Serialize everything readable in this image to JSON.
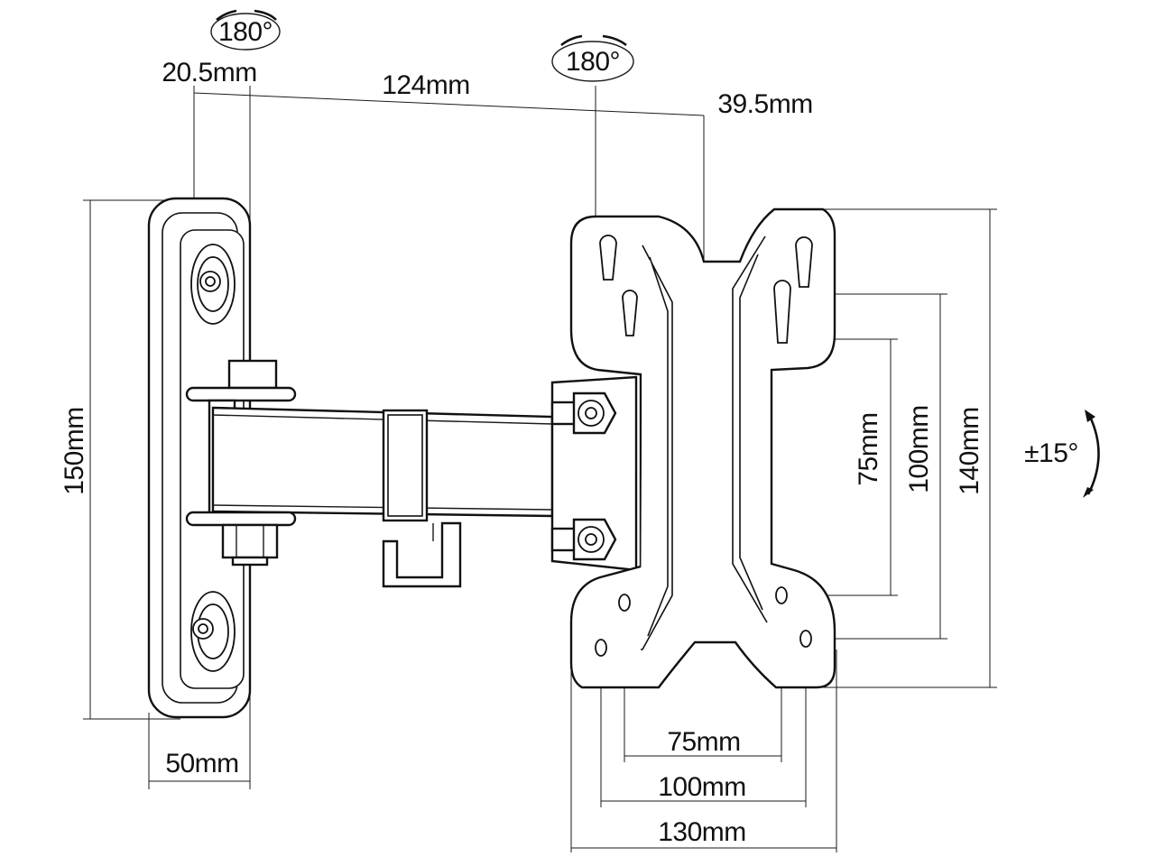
{
  "diagram": {
    "dimensions": {
      "arm_width": "20.5mm",
      "arm_length": "124mm",
      "plate_depth": "39.5mm",
      "wall_plate_height": "150mm",
      "wall_plate_width": "50mm",
      "vesa_v_small": "75mm",
      "vesa_v_medium": "100mm",
      "plate_height": "140mm",
      "vesa_h_small": "75mm",
      "vesa_h_medium": "100mm",
      "plate_width": "130mm"
    },
    "rotations": {
      "wall_swivel": "180°",
      "arm_swivel": "180°",
      "tilt": "±15°"
    }
  }
}
